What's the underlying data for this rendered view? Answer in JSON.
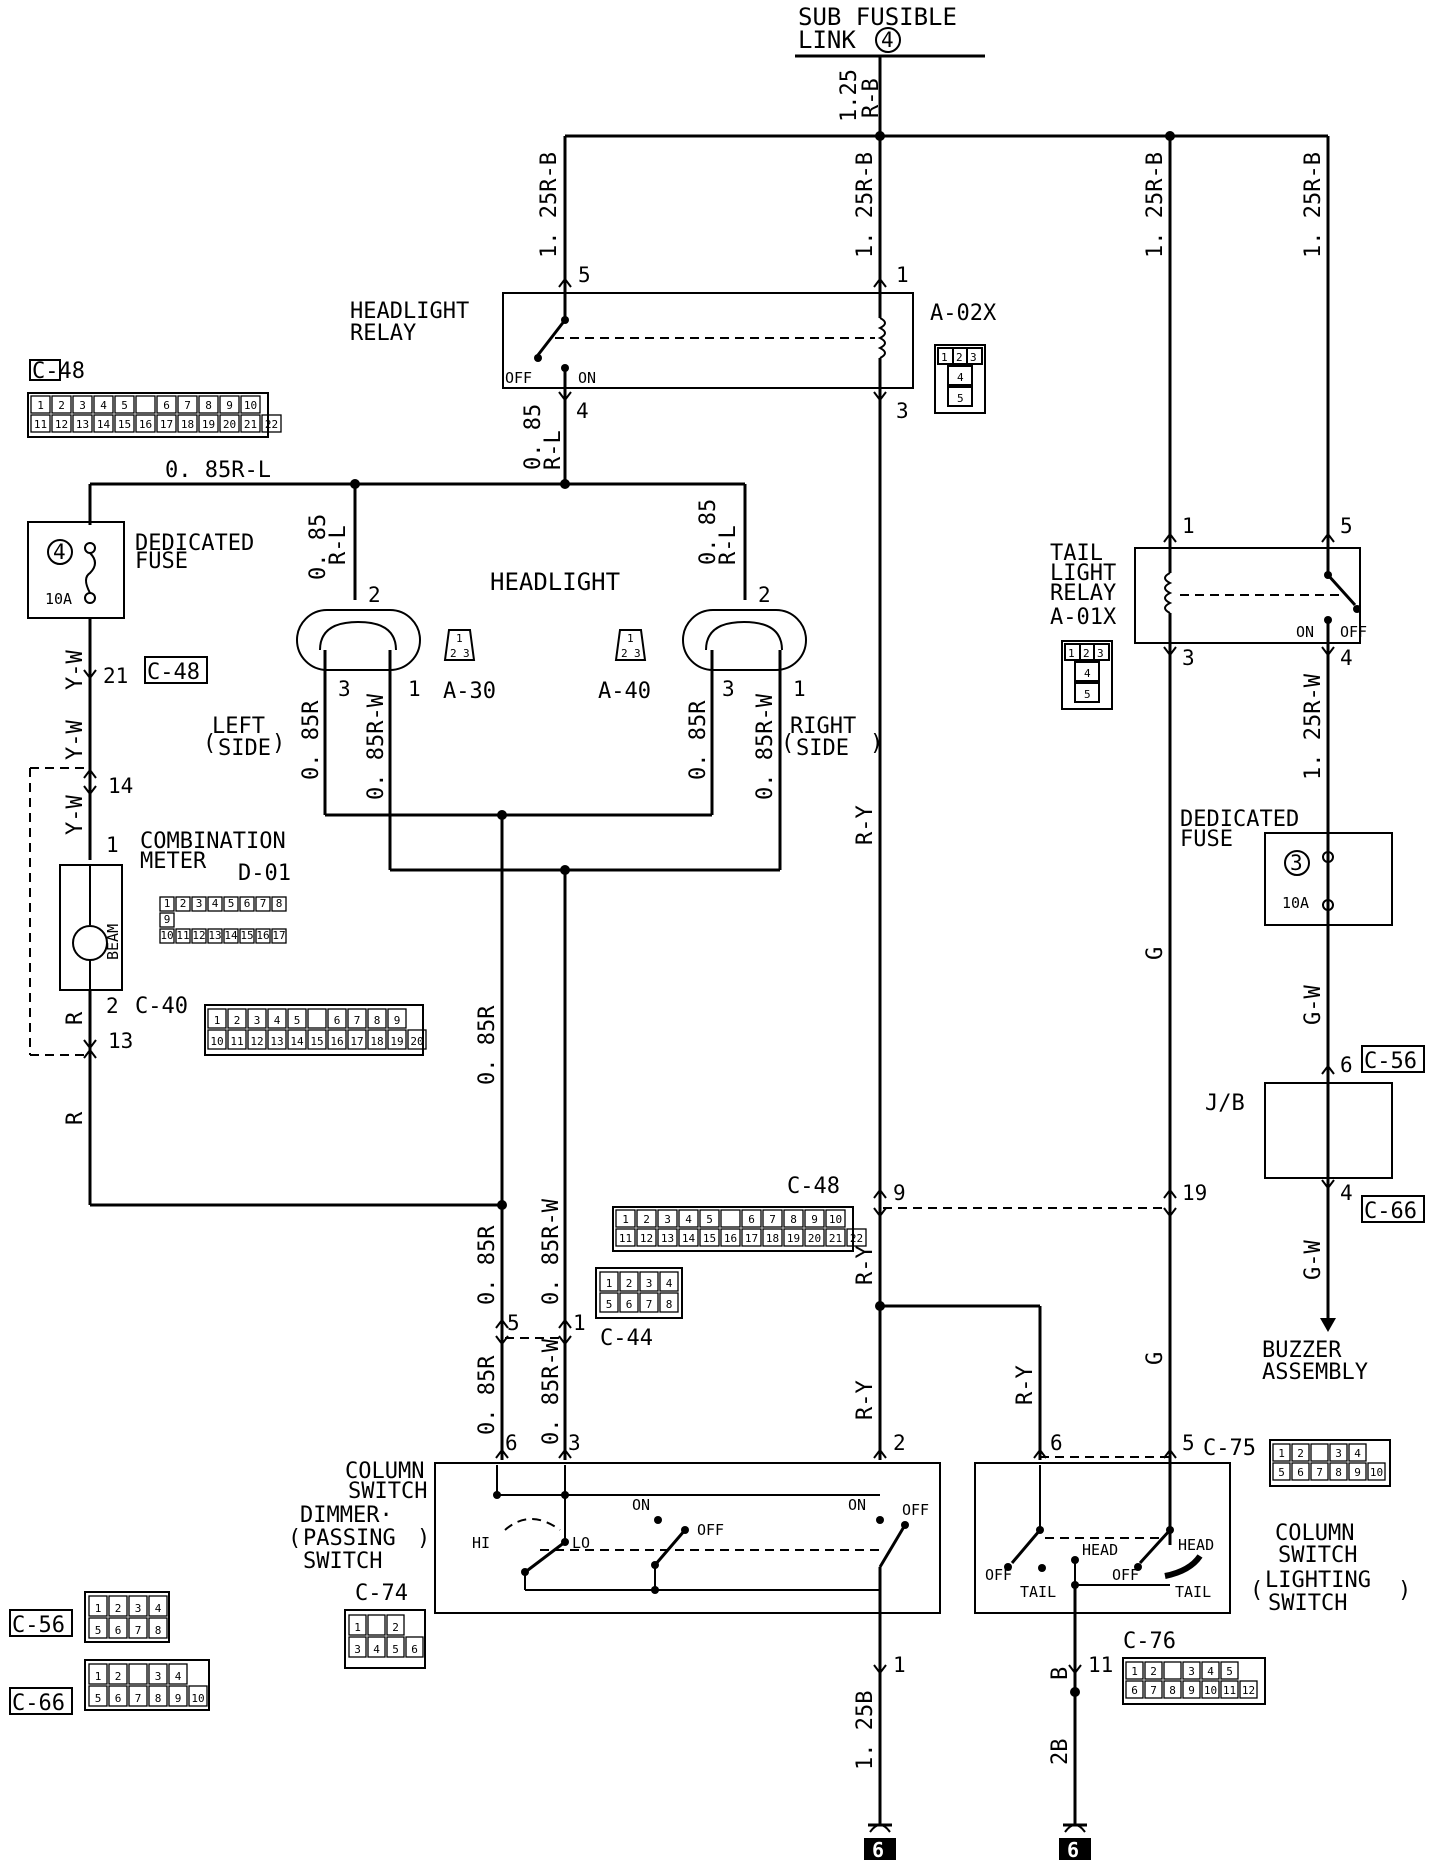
{
  "title_lines": [
    "SUB FUSIBLE",
    "LINK"
  ],
  "sub_fusible_link_no": "4",
  "wire_labels": {
    "top_feed": "1.25\nR-B",
    "r_b": "1. 25R-B",
    "r_b_right1": "1. 25R-B",
    "r_b_right2": "1. 25R-B",
    "r_b_mid": "1. 25R-B",
    "main_rl": "0. 85R-L",
    "rl_vert": "0. 85\nR-L",
    "rl_left": "0. 85\nR-L",
    "rl_right": "0. 85\nR-L",
    "yw": "Y-W",
    "r": "R",
    "r_085_left": "0. 85R",
    "rw_085_left": "0. 85R-W",
    "r_085_right": "0. 85R",
    "rw_085_right": "0. 85R-W",
    "r_085_center": "0. 85R",
    "r_085_low": "0. 85R",
    "rw_085_low": "0. 85R-W",
    "ry": "R-Y",
    "g": "G",
    "gw": "G-W",
    "rw_125": "1. 25R-W",
    "b_125": "1. 25B",
    "b": "B",
    "b_2": "2B"
  },
  "components": {
    "headlight_relay": {
      "name_lines": [
        "HEADLIGHT",
        "RELAY"
      ],
      "id": "A-02X",
      "off": "OFF",
      "on": "ON"
    },
    "tail_light_relay": {
      "name_lines": [
        "TAIL",
        "LIGHT",
        "RELAY",
        "A-01X"
      ],
      "off": "OFF",
      "on": "ON"
    },
    "headlight": {
      "name": "HEADLIGHT",
      "left": [
        "LEFT",
        "SIDE"
      ],
      "right": [
        "RIGHT",
        "SIDE"
      ],
      "conn_left": "A-30",
      "conn_right": "A-40"
    },
    "dedicated_fuse_left": {
      "name_lines": [
        "DEDICATED",
        "FUSE"
      ],
      "no": "4",
      "rating": "10A"
    },
    "dedicated_fuse_right": {
      "name_lines": [
        "DEDICATED",
        "FUSE"
      ],
      "no": "3",
      "rating": "10A"
    },
    "combination_meter": {
      "name_lines": [
        "COMBINATION",
        "METER"
      ],
      "id": "D-01",
      "beam": "BEAM"
    },
    "jb": {
      "name": "J/B"
    },
    "buzzer": {
      "name_lines": [
        "BUZZER",
        "ASSEMBLY"
      ]
    },
    "column_switch_dimmer": {
      "name_lines": [
        "COLUMN",
        "SWITCH",
        "DIMMER·",
        "PASSING",
        "SWITCH"
      ],
      "hi": "HI",
      "lo": "LO",
      "on1": "ON",
      "off1": "OFF",
      "on2": "ON",
      "off2": "OFF",
      "conn": "C-74"
    },
    "column_switch_lighting": {
      "name_lines": [
        "COLUMN",
        "SWITCH",
        "LIGHTING",
        "SWITCH"
      ],
      "off": "OFF",
      "tail": "TAIL",
      "head": "HEAD",
      "off2": "OFF",
      "tail2": "TAIL",
      "head2": "HEAD",
      "conn": "C-75"
    },
    "ground": "6"
  },
  "connectors": {
    "c48": "C-48",
    "c40": "C-40",
    "c44": "C-44",
    "c56": "C-56",
    "c66": "C-66",
    "c74": "C-74",
    "c75": "C-75",
    "c76": "C-76"
  },
  "pins": {
    "hr5": "5",
    "hr1": "1",
    "hr4": "4",
    "hr3": "3",
    "hl_l2": "2",
    "hl_l3": "3",
    "hl_l1": "1",
    "hl_r2": "2",
    "hl_r3": "3",
    "hl_r1": "1",
    "tr1": "1",
    "tr5": "5",
    "tr3": "3",
    "tr4": "4",
    "p21": "21",
    "p14": "14",
    "p1m": "1",
    "p2m": "2",
    "p13": "13",
    "p9": "9",
    "p19": "19",
    "p6jb": "6",
    "p4jb": "4",
    "p5": "5",
    "p1b": "1",
    "p6": "6",
    "p3": "3",
    "p2": "2",
    "p1c": "1",
    "p6l": "6",
    "p5l": "5",
    "p11": "11"
  },
  "connector_grids": {
    "c48_top": [
      "1",
      "2",
      "3",
      "4",
      "5",
      "",
      "6",
      "7",
      "8",
      "9",
      "10"
    ],
    "c48_bot": [
      "11",
      "12",
      "13",
      "14",
      "15",
      "16",
      "17",
      "18",
      "19",
      "20",
      "21",
      "22"
    ],
    "d01_top": [
      "1",
      "2",
      "3",
      "4",
      "5",
      "6",
      "7",
      "8"
    ],
    "d01_mid": [
      "9"
    ],
    "d01_bot": [
      "10",
      "11",
      "12",
      "13",
      "14",
      "15",
      "16",
      "17"
    ],
    "c40_top": [
      "1",
      "2",
      "3",
      "4",
      "5",
      "",
      "6",
      "7",
      "8",
      "9"
    ],
    "c40_bot": [
      "10",
      "11",
      "12",
      "13",
      "14",
      "15",
      "16",
      "17",
      "18",
      "19",
      "20"
    ],
    "c44_top": [
      "1",
      "2",
      "3",
      "4"
    ],
    "c44_bot": [
      "5",
      "6",
      "7",
      "8"
    ],
    "c75_top": [
      "1",
      "2",
      "",
      "3",
      "4"
    ],
    "c75_bot": [
      "5",
      "6",
      "7",
      "8",
      "9",
      "10"
    ],
    "c74_top": [
      "1",
      "",
      "2"
    ],
    "c74_bot": [
      "3",
      "4",
      "5",
      "6"
    ],
    "c76_top": [
      "1",
      "2",
      "",
      "3",
      "4",
      "5"
    ],
    "c76_bot": [
      "6",
      "7",
      "8",
      "9",
      "10",
      "11",
      "12"
    ],
    "c56_top": [
      "1",
      "2",
      "3",
      "4"
    ],
    "c56_bot": [
      "5",
      "6",
      "7",
      "8"
    ],
    "c66_top": [
      "1",
      "2",
      "",
      "3",
      "4"
    ],
    "c66_bot": [
      "5",
      "6",
      "7",
      "8",
      "9",
      "10"
    ],
    "a02x": [
      "1",
      "2",
      "3",
      "4",
      "5"
    ],
    "a01x": [
      "1",
      "2",
      "3",
      "4",
      "5"
    ],
    "a30": [
      "1",
      "2",
      "3"
    ],
    "a40": [
      "1",
      "2",
      "3"
    ]
  }
}
